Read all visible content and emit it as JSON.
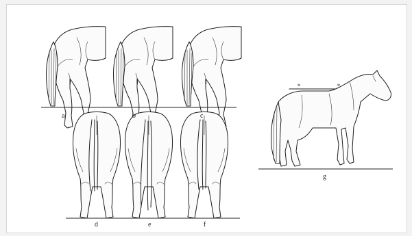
{
  "figure": {
    "labels": {
      "a": "a",
      "b": "b",
      "c": "c",
      "d": "d",
      "e": "e",
      "f": "f",
      "g": "g"
    },
    "colors": {
      "background": "#ffffff",
      "ink": "#1c1c1c",
      "frame": "#d6d6d6"
    },
    "panels": [
      {
        "key": "a",
        "view": "hind-legs-side"
      },
      {
        "key": "b",
        "view": "hind-legs-side"
      },
      {
        "key": "c",
        "view": "hind-legs-side"
      },
      {
        "key": "d",
        "view": "hind-legs-rear"
      },
      {
        "key": "e",
        "view": "hind-legs-rear"
      },
      {
        "key": "f",
        "view": "hind-legs-rear"
      },
      {
        "key": "g",
        "view": "whole-horse-side"
      }
    ]
  }
}
